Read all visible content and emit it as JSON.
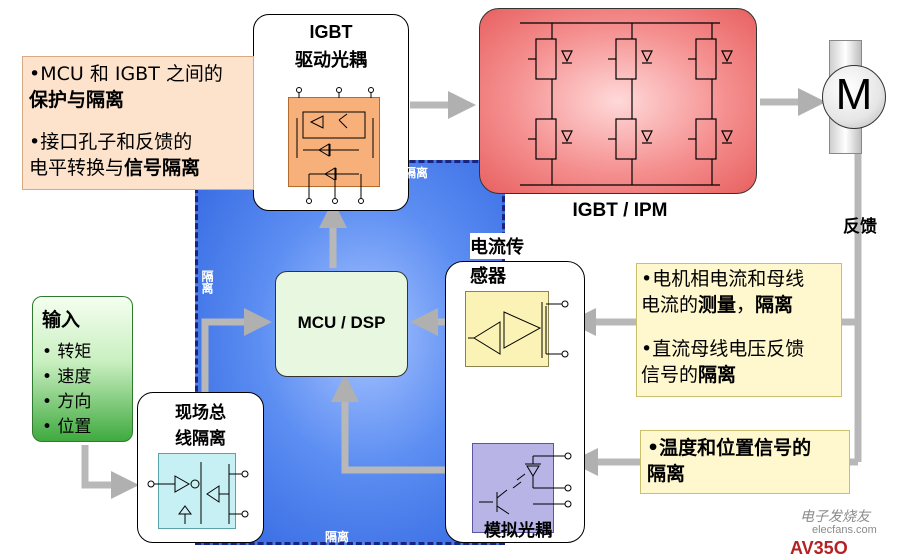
{
  "colors": {
    "isolation_zone": "#3f73e6",
    "igbt_panel": "#f07070",
    "driver_chip": "#f7b07a",
    "mcu_box": "#e7f7e0",
    "input_box": "#3faa3f",
    "sensor_chip": "#fbf3b5",
    "optocoupler_chip": "#b8b4e6",
    "fieldbus_chip": "#c6f0f4",
    "arrow_gray": "#b8b8b8"
  },
  "blocks": {
    "igbt_driver": {
      "line1": "IGBT",
      "line2": "驱动光耦"
    },
    "igbt_ipm": {
      "label": "IGBT / IPM"
    },
    "motor": {
      "label": "M"
    },
    "feedback": {
      "label": "反馈"
    },
    "mcu": {
      "label": "MCU / DSP"
    },
    "current_sensor": {
      "line1": "电流传",
      "line2": "感器"
    },
    "fieldbus": {
      "line1": "现场总",
      "line2": "线隔离"
    },
    "analog_opto": {
      "label": "模拟光耦"
    }
  },
  "isolation_labels": {
    "top": "隔离",
    "left": "隔离",
    "right": "隔离",
    "bottom": "隔离"
  },
  "notes": {
    "mcu_igbt": {
      "p1_line1": "•MCU 和 IGBT 之间的",
      "p1_bold": "保护与隔离",
      "p2_line1": "•接口孔子和反馈的",
      "p2_line2_pre": "电平转换与",
      "p2_line2_bold": "信号隔离"
    },
    "current": {
      "p1_line1": "•电机相电流和母线",
      "p1_line2_pre": "电流的",
      "p1_bold_a": "测量",
      "p1_line2_mid": "，",
      "p1_bold_b": "隔离",
      "p2_line1": "•直流母线电压反馈",
      "p2_line2_pre": "信号的",
      "p2_bold": "隔离"
    },
    "temp": {
      "line1": "•温度和位置信号的",
      "line2": "隔离"
    }
  },
  "inputs": {
    "title": "输入",
    "items": [
      "• 转矩",
      "• 速度",
      "• 方向",
      "• 位置"
    ]
  },
  "watermark": {
    "line1": "电子发烧友",
    "line2": "elecfans.com",
    "logo": "AV35O"
  }
}
